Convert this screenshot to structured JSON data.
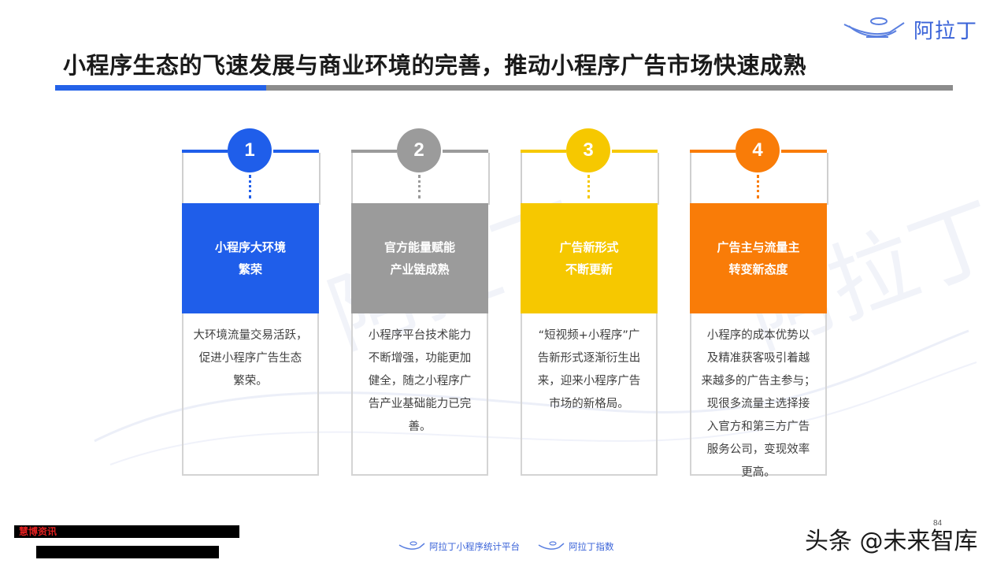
{
  "brand": {
    "logo_text": "阿拉丁",
    "accent_color": "#2462e8"
  },
  "title": "小程序生态的飞速发展与商业环境的完善，推动小程序广告市场快速成熟",
  "cards": [
    {
      "number": "1",
      "color": "#1f5eea",
      "heading_lines": [
        "小程序大环境",
        "繁荣"
      ],
      "desc_lines": [
        "大环境流量交易活跃，",
        "促进小程序广告生态",
        "繁荣。"
      ]
    },
    {
      "number": "2",
      "color": "#9b9b9b",
      "heading_lines": [
        "官方能量赋能",
        "产业链成熟"
      ],
      "desc_lines": [
        "小程序平台技术能力",
        "不断增强，功能更加",
        "健全，随之小程序广",
        "告产业基础能力已完",
        "善。"
      ]
    },
    {
      "number": "3",
      "color": "#f6c800",
      "heading_lines": [
        "广告新形式",
        "不断更新"
      ],
      "desc_lines": [
        "“短视频+小程序”广",
        "告新形式逐渐衍生出",
        "来，迎来小程序广告",
        "市场的新格局。"
      ]
    },
    {
      "number": "4",
      "color": "#f97c08",
      "heading_lines": [
        "广告主与流量主",
        "转变新态度"
      ],
      "desc_lines": [
        "小程序的成本优势以",
        "及精准获客吸引着越",
        "来越多的广告主参与；",
        "现很多流量主选择接",
        "入官方和第三方广告",
        "服务公司，变现效率",
        "更高。"
      ]
    }
  ],
  "watermark": "阿拉丁",
  "footer": {
    "redacted_label": "慧博资讯",
    "page_number": "84",
    "logos": [
      "阿拉丁小程序统计平台",
      "阿拉丁指数"
    ],
    "toutiao": "头条 @未来智库"
  }
}
